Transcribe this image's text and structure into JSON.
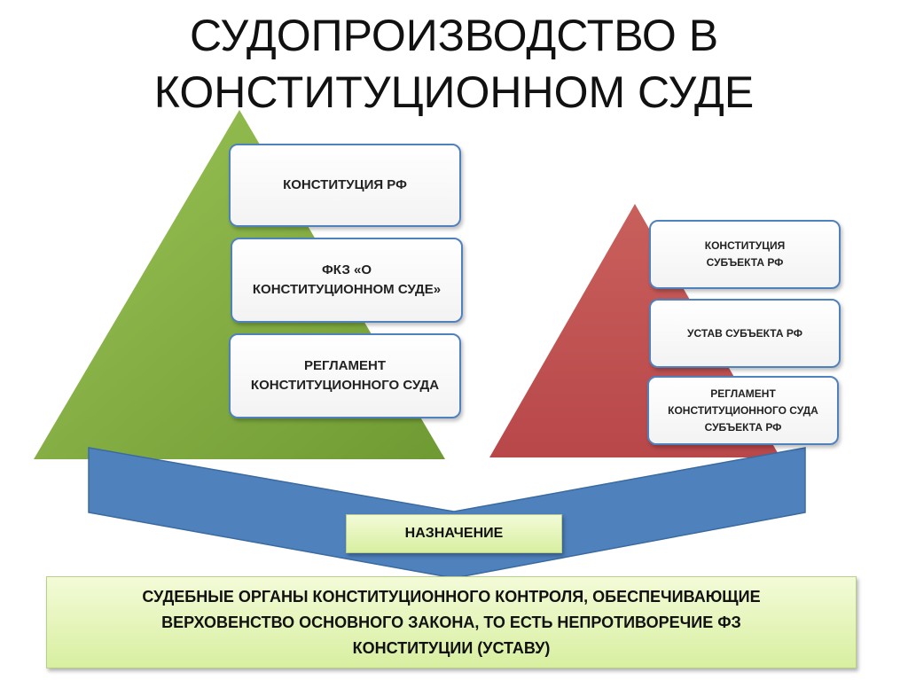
{
  "title": {
    "line1": "СУДОПРОИЗВОДСТВО В",
    "line2": "КОНСТИТУЦИОННОМ СУДЕ"
  },
  "left_pyramid": {
    "color": "#77a23a",
    "items": [
      "КОНСТИТУЦИЯ РФ",
      "ФКЗ «О КОНСТИТУЦИОННОМ СУДЕ»",
      "РЕГЛАМЕНТ КОНСТИТУЦИОННОГО СУДА"
    ]
  },
  "right_pyramid": {
    "color": "#c0504d",
    "items": [
      "КОНСТИТУЦИЯ СУБЪЕКТА РФ",
      "УСТАВ СУБЪЕКТА РФ",
      "РЕГЛАМЕНТ КОНСТИТУЦИОННОГО СУДА СУБЪЕКТА РФ"
    ]
  },
  "arrow": {
    "color": "#4f81bd",
    "label": "НАЗНАЧЕНИЕ"
  },
  "conclusion": "СУДЕБНЫЕ ОРГАНЫ КОНСТИТУЦИОННОГО КОНТРОЛЯ, ОБЕСПЕЧИВАЮЩИЕ ВЕРХОВЕНСТВО ОСНОВНОГО ЗАКОНА, ТО ЕСТЬ НЕПРОТИВОРЕЧИЕ ФЗ КОНСТИТУЦИИ (УСТАВУ)"
}
